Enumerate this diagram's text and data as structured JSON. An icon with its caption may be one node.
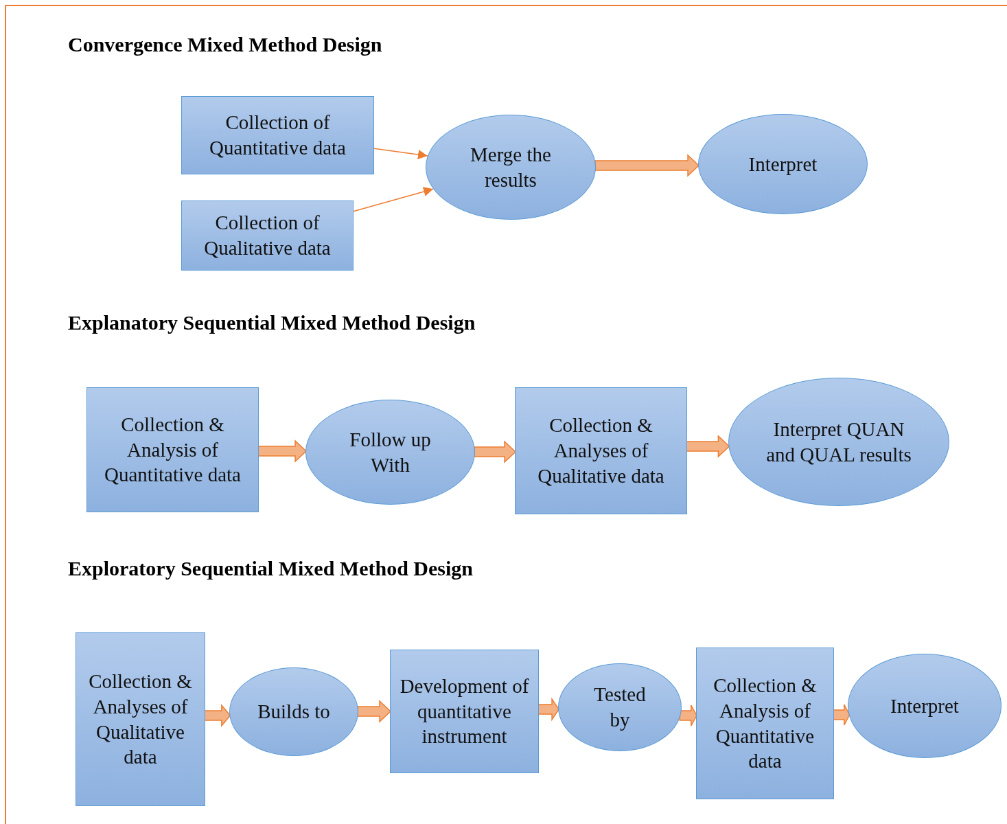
{
  "diagram": {
    "nodes": [
      {
        "text": [
          "Collection of Quantitative data"
        ]
      },
      {
        "text": [
          "Collection of Qualitative data"
        ]
      },
      {
        "text": [
          "Merge the results"
        ]
      },
      {
        "text": [
          "Interpret"
        ]
      },
      {
        "text": [
          "Collection & Analysis of Quantitative data"
        ]
      },
      {
        "text": [
          "Follow up With"
        ]
      },
      {
        "text": [
          "Collection & Analyses of Qualitative data"
        ]
      },
      {
        "text": [
          "Interpret QUAN and QUAL results"
        ]
      },
      {
        "text": [
          "Collection & Analyses of Qualitative data"
        ]
      },
      {
        "text": [
          "Builds to"
        ]
      },
      {
        "text": [
          "Development of quantitative instrument"
        ]
      },
      {
        "text": [
          "Tested by"
        ]
      },
      {
        "text": [
          "Collection & Analysis of Quantitative data"
        ]
      },
      {
        "text": [
          "Interpret"
        ]
      }
    ],
    "edges": [
      {
        "from": 0,
        "to": 2,
        "arrow": "to"
      },
      {
        "from": 1,
        "to": 2,
        "arrow": "to"
      },
      {
        "from": 2,
        "to": 3,
        "arrow": "to",
        "style": "thick"
      },
      {
        "from": 4,
        "to": 5,
        "arrow": "to",
        "style": "thick"
      },
      {
        "from": 5,
        "to": 6,
        "arrow": "to",
        "style": "thick"
      },
      {
        "from": 6,
        "to": 7,
        "arrow": "to",
        "style": "thick"
      },
      {
        "from": 8,
        "to": 9,
        "arrow": "to",
        "style": "thick"
      },
      {
        "from": 9,
        "to": 10,
        "arrow": "to",
        "style": "thick"
      },
      {
        "from": 10,
        "to": 11,
        "arrow": "to",
        "style": "thick"
      },
      {
        "from": 11,
        "to": 12,
        "arrow": "to",
        "style": "thick"
      },
      {
        "from": 12,
        "to": 13,
        "arrow": "to",
        "style": "thick"
      }
    ],
    "labels": [
      "Convergence Mixed Method Design",
      "Explanatory Sequential Mixed Method Design",
      "Exploratory Sequential Mixed Method Design"
    ]
  }
}
